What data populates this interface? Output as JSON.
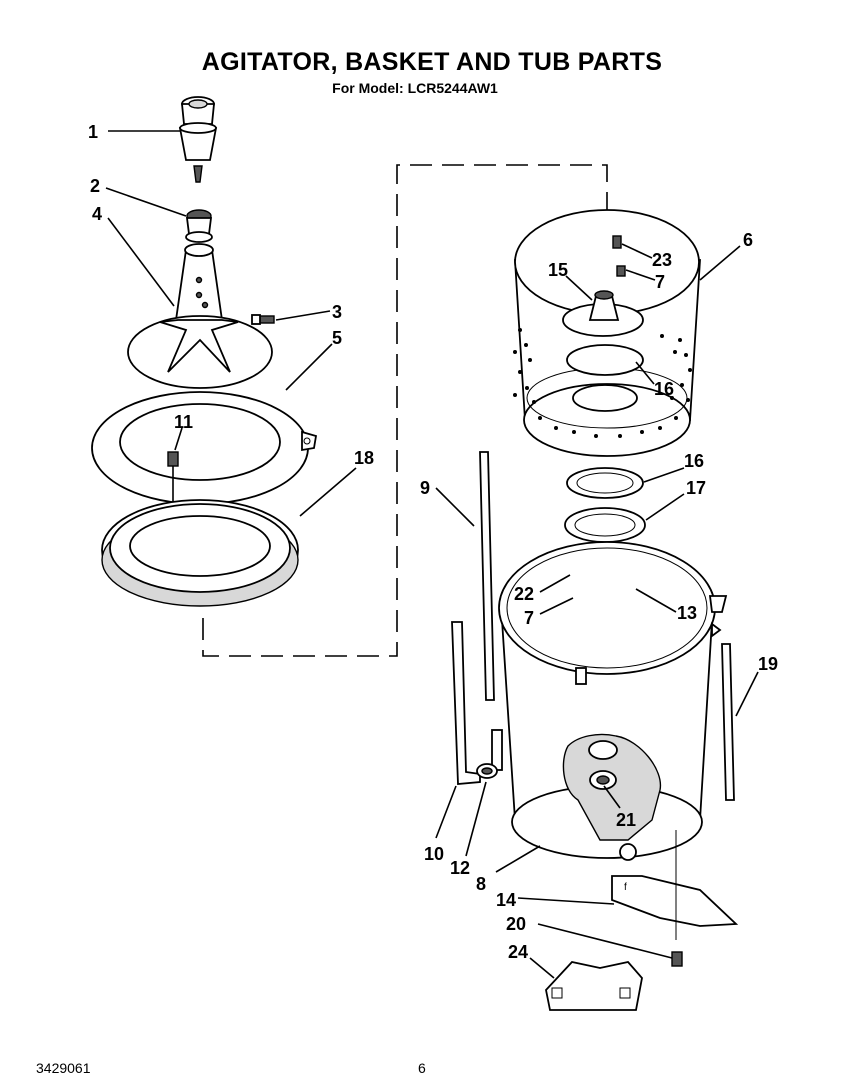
{
  "header": {
    "title": "AGITATOR, BASKET AND TUB PARTS",
    "subtitle": "For Model: LCR5244AW1"
  },
  "footer": {
    "doc_number": "3429061",
    "page_number": "6"
  },
  "callouts": {
    "c1": "1",
    "c2": "2",
    "c3": "3",
    "c4": "4",
    "c5": "5",
    "c6": "6",
    "c7a": "7",
    "c7b": "7",
    "c8": "8",
    "c9": "9",
    "c10": "10",
    "c11": "11",
    "c12": "12",
    "c13": "13",
    "c14": "14",
    "c15": "15",
    "c16a": "16",
    "c16b": "16",
    "c17": "17",
    "c18": "18",
    "c19": "19",
    "c20": "20",
    "c21": "21",
    "c22": "22",
    "c23": "23",
    "c24": "24"
  }
}
